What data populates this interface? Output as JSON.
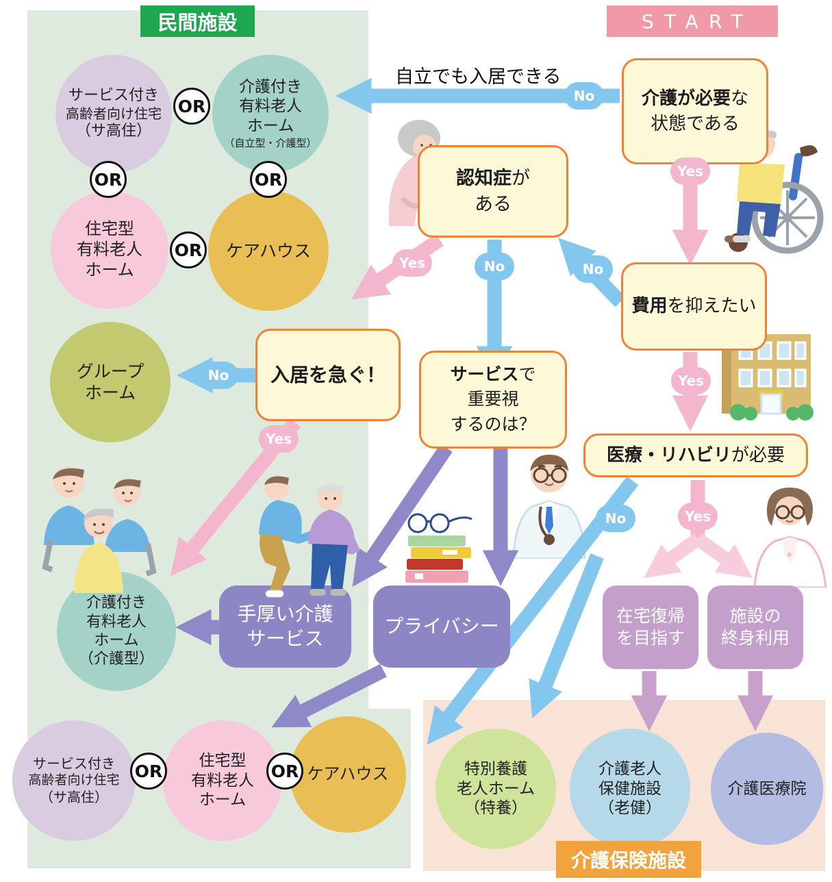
{
  "colors": {
    "panel_private": "#dfeade",
    "panel_insurance": "#f9e2d6",
    "private_banner": "#1ea74e",
    "start_banner": "#f19aa7",
    "insurance_banner": "#f2a33d",
    "question_box_bg": "#fdf8d7",
    "question_box_border": "#ef8335",
    "arrow_blue": "#83c7ee",
    "arrow_pink": "#f4b6cd",
    "arrow_purple": "#9089c9",
    "arrow_mauve": "#c7a0cc",
    "circle_sakoju": "#d9cce0",
    "circle_kaitsuki": "#a5d2c6",
    "circle_jutakugata": "#f7c9da",
    "circle_carehouse": "#e9bf55",
    "circle_grouphome": "#c3c96f",
    "circle_tokuyo": "#cfe39b",
    "circle_roken": "#b5d9e9",
    "circle_kaigo_iryoin": "#b3bce2"
  },
  "banners": {
    "private": "民間施設",
    "start": "START",
    "insurance": "介護保険施設"
  },
  "note": {
    "independent": "自立でも入居できる"
  },
  "flow": {
    "yes": "Yes",
    "no": "No",
    "or": "OR"
  },
  "questions": {
    "care_needed": {
      "bold": "介護が必要",
      "rest": "な",
      "line2": "状態である"
    },
    "dementia": {
      "bold": "認知症",
      "rest": "が",
      "line2": "ある"
    },
    "cost": {
      "bold": "費用",
      "rest": "を抑えたい"
    },
    "hurry": {
      "text": "入居を急ぐ！"
    },
    "service": {
      "bold": "サービス",
      "rest": "で",
      "line2": "重要視",
      "line3": "するのは？"
    },
    "medical": {
      "bold": "医療・リハビリ",
      "rest": "が必要"
    }
  },
  "priorities": {
    "thick_care": {
      "line1": "手厚い介護",
      "line2": "サービス"
    },
    "privacy": {
      "text": "プライバシー"
    }
  },
  "goals": {
    "home_return": {
      "line1": "在宅復帰",
      "line2": "を目指す"
    },
    "lifetime_use": {
      "line1": "施設の",
      "line2": "終身利用"
    }
  },
  "facilities": {
    "sakoju_top": {
      "line1": "サービス付き",
      "line2": "高齢者向け住宅",
      "line3": "（サ高住）"
    },
    "kaitsuki_top": {
      "line1": "介護付き",
      "line2": "有料老人",
      "line3": "ホーム",
      "sub": "（自立型・介護型）"
    },
    "jutakugata_top": {
      "line1": "住宅型",
      "line2": "有料老人",
      "line3": "ホーム"
    },
    "carehouse_top": {
      "text": "ケアハウス"
    },
    "grouphome": {
      "line1": "グループ",
      "line2": "ホーム"
    },
    "kaitsuki_kaigogata": {
      "line1": "介護付き",
      "line2": "有料老人",
      "line3": "ホーム",
      "line4": "（介護型）"
    },
    "sakoju_bottom": {
      "line1": "サービス付き",
      "line2": "高齢者向け住宅",
      "line3": "（サ高住）"
    },
    "jutakugata_bottom": {
      "line1": "住宅型",
      "line2": "有料老人",
      "line3": "ホーム"
    },
    "carehouse_bottom": {
      "text": "ケアハウス"
    },
    "tokuyo": {
      "line1": "特別養護",
      "line2": "老人ホーム",
      "line3": "（特養）"
    },
    "roken": {
      "line1": "介護老人",
      "line2": "保健施設",
      "line3": "（老健）"
    },
    "kaigo_iryoin": {
      "text": "介護医療院"
    }
  },
  "illustrations": [
    "old-woman-illustration",
    "wheelchair-man-illustration",
    "building-illustration",
    "male-doctor-illustration",
    "female-doctor-illustration",
    "caregivers-group-illustration",
    "caregiver-assist-illustration",
    "books-glasses-illustration"
  ]
}
